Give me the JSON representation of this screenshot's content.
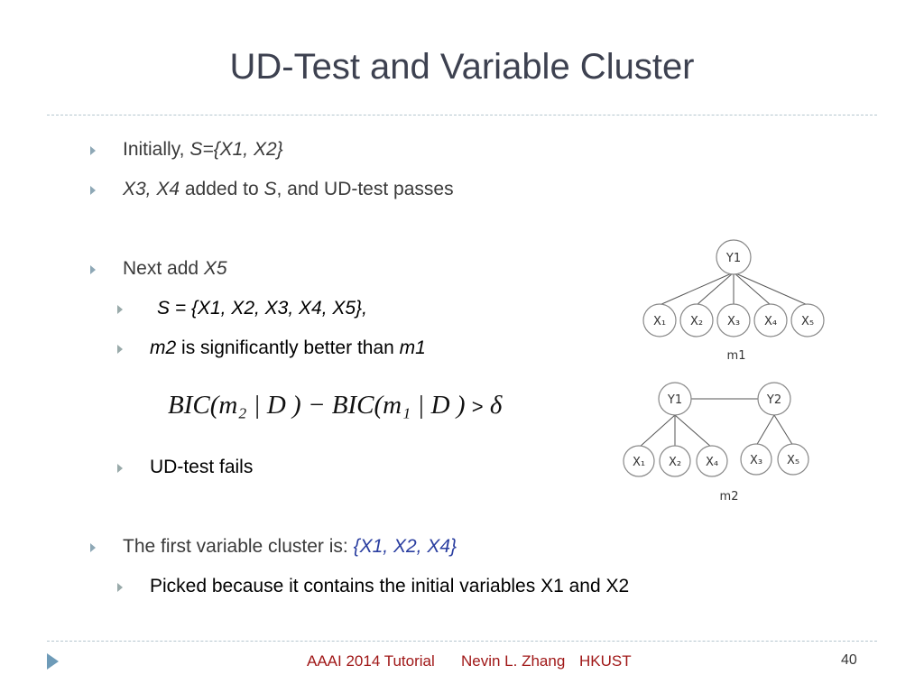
{
  "title": "UD-Test and Variable Cluster",
  "bullets": {
    "b1": {
      "prefix": "Initially, ",
      "set": "S={X1, X2}"
    },
    "b2": {
      "vars": "X3, X4",
      "mid": " added to ",
      "s": "S",
      "suffix": ", and UD-test passes"
    },
    "b3": {
      "prefix": "Next add ",
      "var": "X5"
    },
    "b3a": {
      "text": "S = {X1, X2, X3, X4, X5},"
    },
    "b3b": {
      "m2": "m2",
      "mid": " is significantly better than ",
      "m1": "m1"
    },
    "formula": {
      "lhs": "BIC(m₂ | D ) − BIC(m₁ | D )",
      "op": ">",
      "rhs": "δ"
    },
    "b3c": {
      "text": "UD-test fails"
    },
    "b4": {
      "prefix": "The first variable cluster is: ",
      "set": "{X1, X2, X4}"
    },
    "b4a": {
      "text": "Picked because it contains the initial variables X1 and X2"
    }
  },
  "diagram_m1": {
    "caption": "m1",
    "root": "Y1",
    "leaves": [
      "X₁",
      "X₂",
      "X₃",
      "X₄",
      "X₅"
    ]
  },
  "diagram_m2": {
    "caption": "m2",
    "roots": [
      "Y1",
      "Y2"
    ],
    "leaves_y1": [
      "X₁",
      "X₂",
      "X₄"
    ],
    "leaves_y2": [
      "X₃",
      "X₅"
    ]
  },
  "footer": {
    "event": "AAAI 2014 Tutorial",
    "author": "Nevin L. Zhang",
    "org": "HKUST",
    "page": "40"
  },
  "colors": {
    "footer": "#a01818",
    "highlight": "#2a3ea0",
    "bullet": "#8ea8b6"
  }
}
